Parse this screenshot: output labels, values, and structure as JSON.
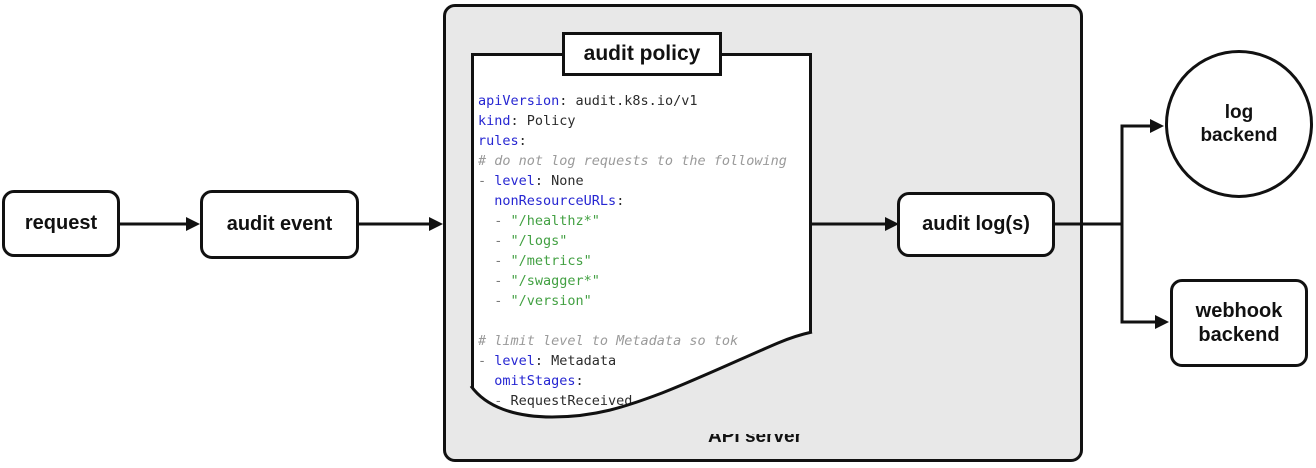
{
  "nodes": {
    "request": {
      "label": "request"
    },
    "audit_event": {
      "label": "audit event"
    },
    "audit_policy": {
      "label": "audit policy"
    },
    "api_server": {
      "label": "API server"
    },
    "audit_logs": {
      "label": "audit log(s)"
    },
    "log_backend": {
      "line1": "log",
      "line2": "backend"
    },
    "webhook_backend": {
      "line1": "webhook",
      "line2": "backend"
    }
  },
  "policy_code": {
    "lines": [
      [
        {
          "c": "key",
          "t": "apiVersion"
        },
        {
          "c": "plain",
          "t": ": audit.k8s.io/v1"
        }
      ],
      [
        {
          "c": "key",
          "t": "kind"
        },
        {
          "c": "plain",
          "t": ": Policy"
        }
      ],
      [
        {
          "c": "key",
          "t": "rules"
        },
        {
          "c": "plain",
          "t": ":"
        }
      ],
      [
        {
          "c": "comment",
          "t": "# do not log requests to the following"
        }
      ],
      [
        {
          "c": "dash",
          "t": "- "
        },
        {
          "c": "key",
          "t": "level"
        },
        {
          "c": "plain",
          "t": ": None"
        }
      ],
      [
        {
          "c": "plain",
          "t": "  "
        },
        {
          "c": "key",
          "t": "nonResourceURLs"
        },
        {
          "c": "plain",
          "t": ":"
        }
      ],
      [
        {
          "c": "dash",
          "t": "  - "
        },
        {
          "c": "string",
          "t": "\"/healthz*\""
        }
      ],
      [
        {
          "c": "dash",
          "t": "  - "
        },
        {
          "c": "string",
          "t": "\"/logs\""
        }
      ],
      [
        {
          "c": "dash",
          "t": "  - "
        },
        {
          "c": "string",
          "t": "\"/metrics\""
        }
      ],
      [
        {
          "c": "dash",
          "t": "  - "
        },
        {
          "c": "string",
          "t": "\"/swagger*\""
        }
      ],
      [
        {
          "c": "dash",
          "t": "  - "
        },
        {
          "c": "string",
          "t": "\"/version\""
        }
      ],
      [],
      [
        {
          "c": "comment",
          "t": "# limit level to Metadata so tok"
        }
      ],
      [
        {
          "c": "dash",
          "t": "- "
        },
        {
          "c": "key",
          "t": "level"
        },
        {
          "c": "plain",
          "t": ": Metadata"
        }
      ],
      [
        {
          "c": "plain",
          "t": "  "
        },
        {
          "c": "key",
          "t": "omitStages"
        },
        {
          "c": "plain",
          "t": ":"
        }
      ],
      [
        {
          "c": "dash",
          "t": "  - "
        },
        {
          "c": "plain",
          "t": "RequestReceived"
        }
      ]
    ]
  },
  "colors": {
    "border": "#111111",
    "api_server_fill": "#e8e8e8",
    "node_fill": "#ffffff",
    "code_key": "#2626d2",
    "code_string": "#42a042",
    "code_comment": "#9a9a9a",
    "code_dash": "#7a7a7a",
    "code_plain": "#2b2b2b"
  }
}
